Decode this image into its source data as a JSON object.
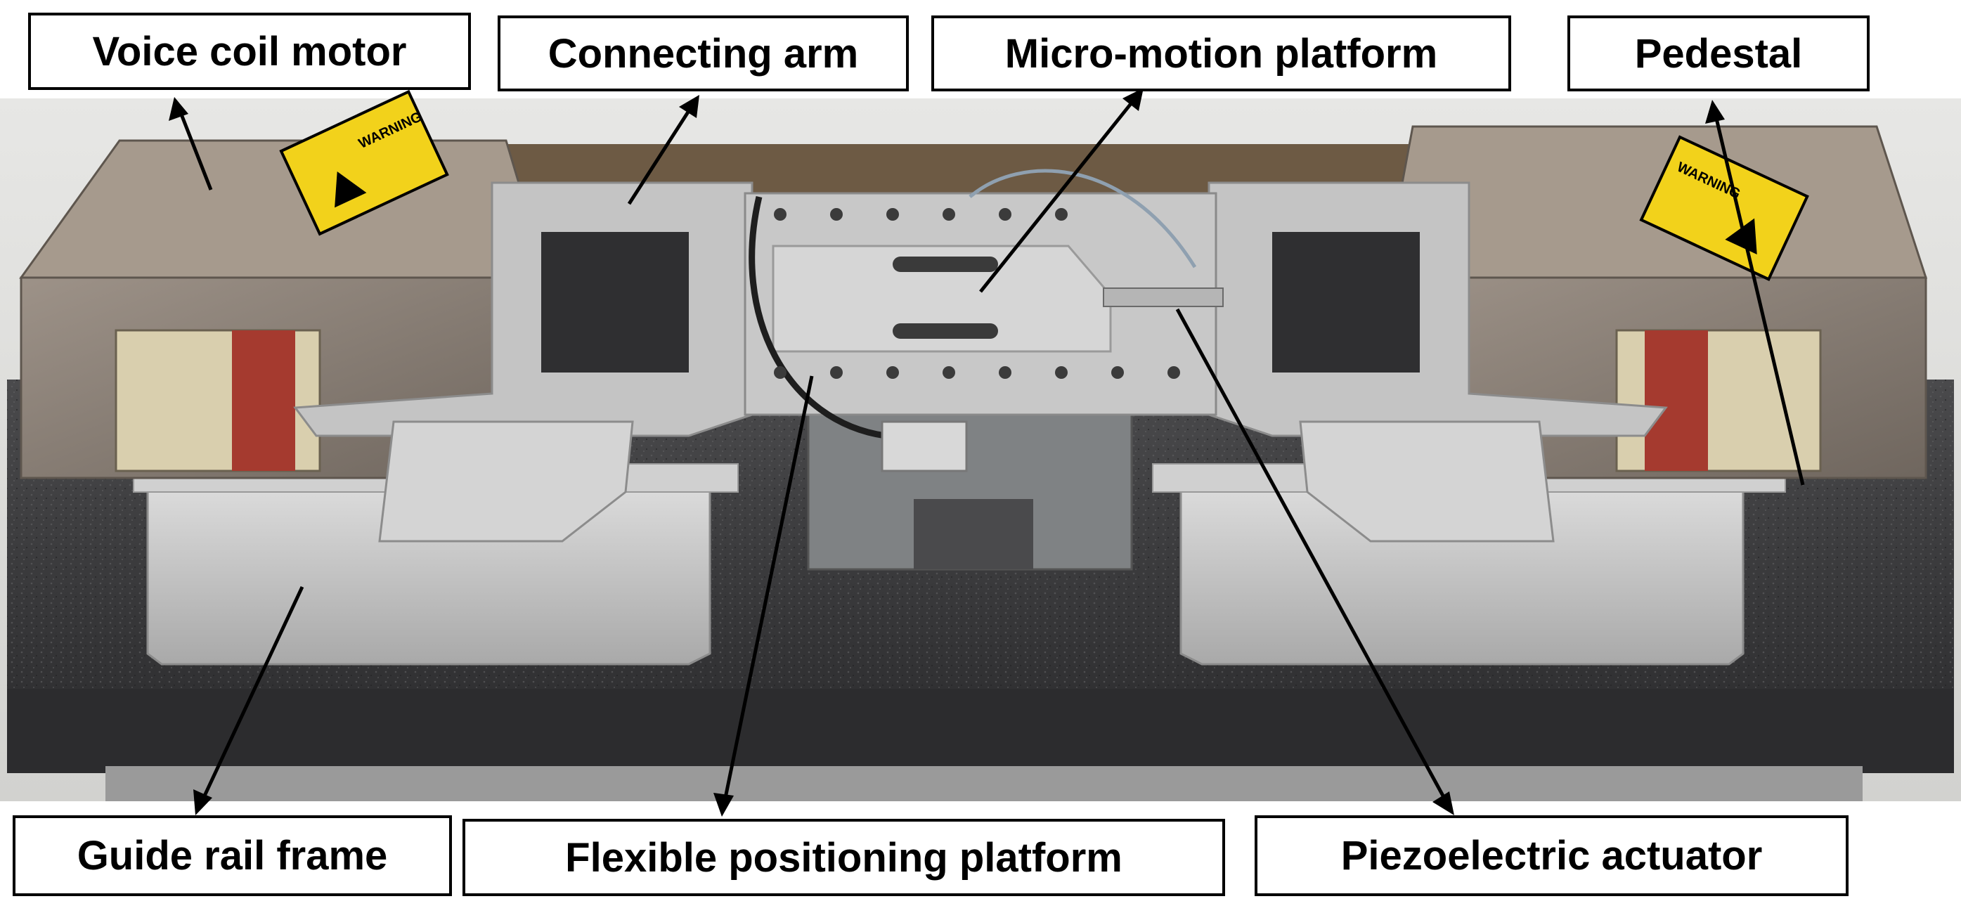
{
  "labels": {
    "voice_coil_motor": "Voice coil motor",
    "connecting_arm": "Connecting arm",
    "micro_motion_platform": "Micro-motion platform",
    "pedestal": "Pedestal",
    "guide_rail_frame": "Guide rail frame",
    "flexible_positioning_platform": "Flexible positioning platform",
    "piezoelectric_actuator": "Piezoelectric actuator"
  },
  "warning_sticker": {
    "left": "WARNING",
    "right": "WARNING"
  },
  "colors": {
    "label_border": "#000000",
    "label_background": "#ffffff",
    "arrow": "#000000",
    "sticker": "#f2d21b",
    "granite": "#3a3a3c",
    "aluminum": "#c9c9c9",
    "motor_housing": "#8a7f74"
  }
}
